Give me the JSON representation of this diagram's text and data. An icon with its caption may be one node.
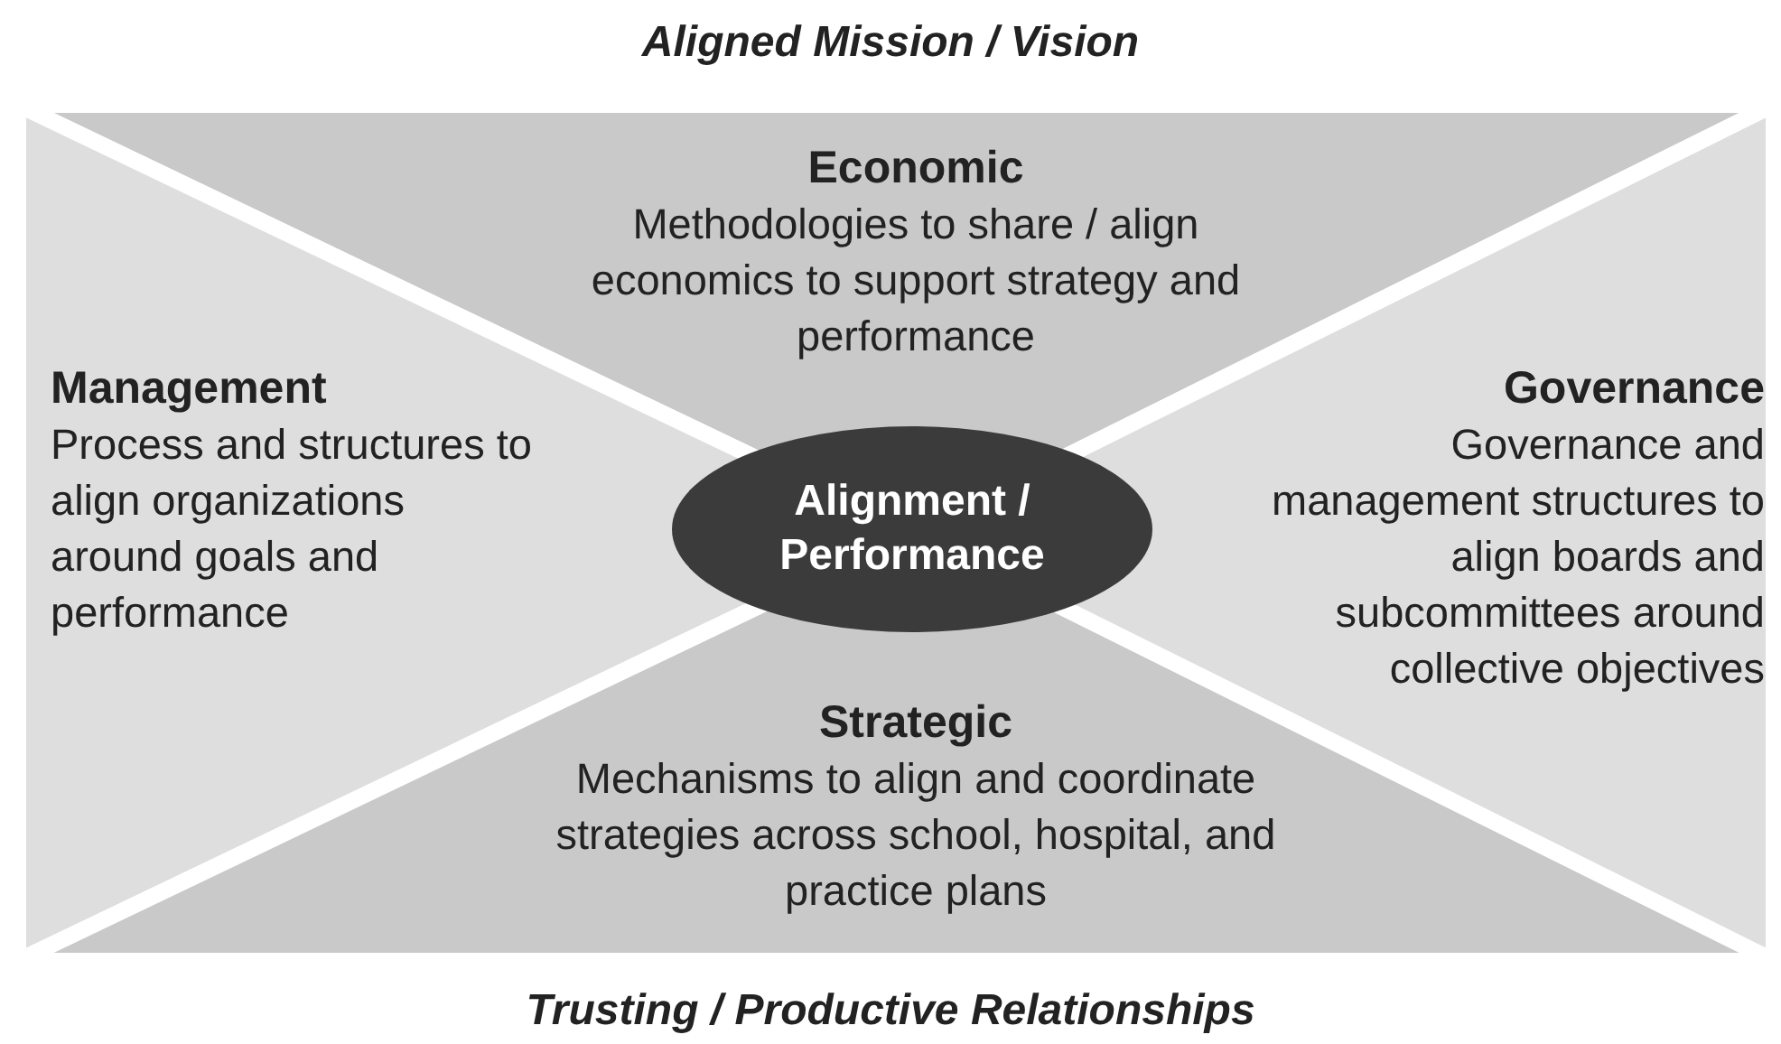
{
  "diagram": {
    "title": "Aligned Mission / Vision",
    "caption": "Trusting / Productive Relationships",
    "nodes": [
      {
        "text": [
          "Economic",
          "Methodologies to share / align economics to support strategy and performance"
        ]
      },
      {
        "text": [
          "Management",
          "Process and structures to align organizations around goals and performance"
        ]
      },
      {
        "text": [
          "Alignment / Performance"
        ]
      },
      {
        "text": [
          "Governance",
          "Governance and management structures to align boards and subcommittees around collective objectives"
        ]
      },
      {
        "text": [
          "Strategic",
          "Mechanisms to align and coordinate strategies across school, hospital, and practice plans"
        ]
      }
    ]
  }
}
